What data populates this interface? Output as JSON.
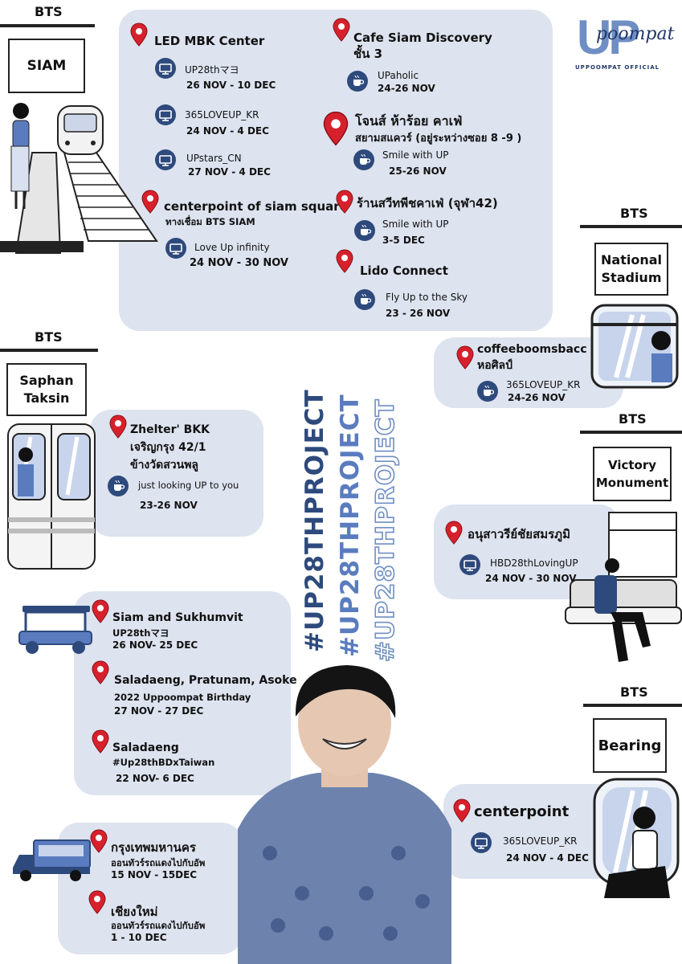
{
  "brand": {
    "logo": "UP",
    "script": "poompat",
    "tag": "UPPOOMPAT OFFICIAL"
  },
  "hashtag": "#UP28THPROJECT",
  "stations": {
    "siam": {
      "line": "BTS",
      "name": "SIAM"
    },
    "national": {
      "line": "BTS",
      "name1": "National",
      "name2": "Stadium"
    },
    "saphan": {
      "line": "BTS",
      "name1": "Saphan",
      "name2": "Taksin"
    },
    "victory": {
      "line": "BTS",
      "name1": "Victory",
      "name2": "Monument"
    },
    "bearing": {
      "line": "BTS",
      "name": "Bearing"
    }
  },
  "siam_left": {
    "loc1": {
      "title": "LED MBK Center"
    },
    "events1": [
      {
        "name": "UP28thマヨ",
        "date": "26 NOV - 10 DEC"
      },
      {
        "name": "365LOVEUP_KR",
        "date": "24 NOV - 4 DEC"
      },
      {
        "name": "UPstars_CN",
        "date": "27 NOV - 4 DEC"
      }
    ],
    "loc2": {
      "title": "centerpoint of siam square",
      "sub": "ทางเชื่อม BTS SIAM"
    },
    "event2": {
      "name": "Love Up infinity",
      "date": "24 NOV - 30 NOV"
    }
  },
  "siam_right": [
    {
      "title": "Cafe Siam Discovery",
      "title2": "ชั้น 3",
      "event": "UPaholic",
      "date": "24-26 NOV"
    },
    {
      "title": "โจนส์ ห้าร้อย คาเฟ่",
      "title2": "สยามสแควร์ (อยู่ระหว่างซอย 8 -9 )",
      "event": "Smile with UP",
      "date": "25-26 NOV"
    },
    {
      "title": "ร้านสวีทพีชคาเฟ่ (จุฬา42)",
      "event": "Smile with UP",
      "date": "3-5 DEC"
    },
    {
      "title": "Lido Connect",
      "event": "Fly Up to the Sky",
      "date": "23 - 26 NOV"
    }
  ],
  "national_box": {
    "title": "coffeeboomsbacc",
    "title2": "หอศิลป์",
    "event": "365LOVEUP_KR",
    "date": "24-26 NOV"
  },
  "saphan_box": {
    "title": "Zhelter' BKK",
    "title2": "เจริญกรุง 42/1",
    "title3": "ข้างวัดสวนพลู",
    "event": "just looking UP to you",
    "date": "23-26 NOV"
  },
  "victory_box": {
    "title": "อนุสาวรีย์ชัยสมรภูมิ",
    "event": "HBD28thLovingUP",
    "date": "24 NOV - 30 NOV"
  },
  "tuktuk_box": [
    {
      "title": "Siam and Sukhumvit",
      "event": "UP28thマヨ",
      "date": "26 NOV- 25 DEC"
    },
    {
      "title": "Saladaeng, Pratunam, Asoke",
      "event": "2022 Uppoompat Birthday",
      "date": "27 NOV - 27 DEC"
    },
    {
      "title": "Saladaeng",
      "event": "#Up28thBDxTaiwan",
      "date": "22 NOV- 6 DEC"
    }
  ],
  "bearing_box": {
    "title": "centerpoint",
    "event": "365LOVEUP_KR",
    "date": "24 NOV - 4 DEC"
  },
  "truck_box": [
    {
      "title": "กรุงเทพมหานคร",
      "event": "ออนทัวร์รถแดงไปกับอัพ",
      "date": "15 NOV - 15DEC"
    },
    {
      "title": "เชียงใหม่",
      "event": "ออนทัวร์รถแดงไปกับอัพ",
      "date": "1 - 10 DEC"
    }
  ]
}
